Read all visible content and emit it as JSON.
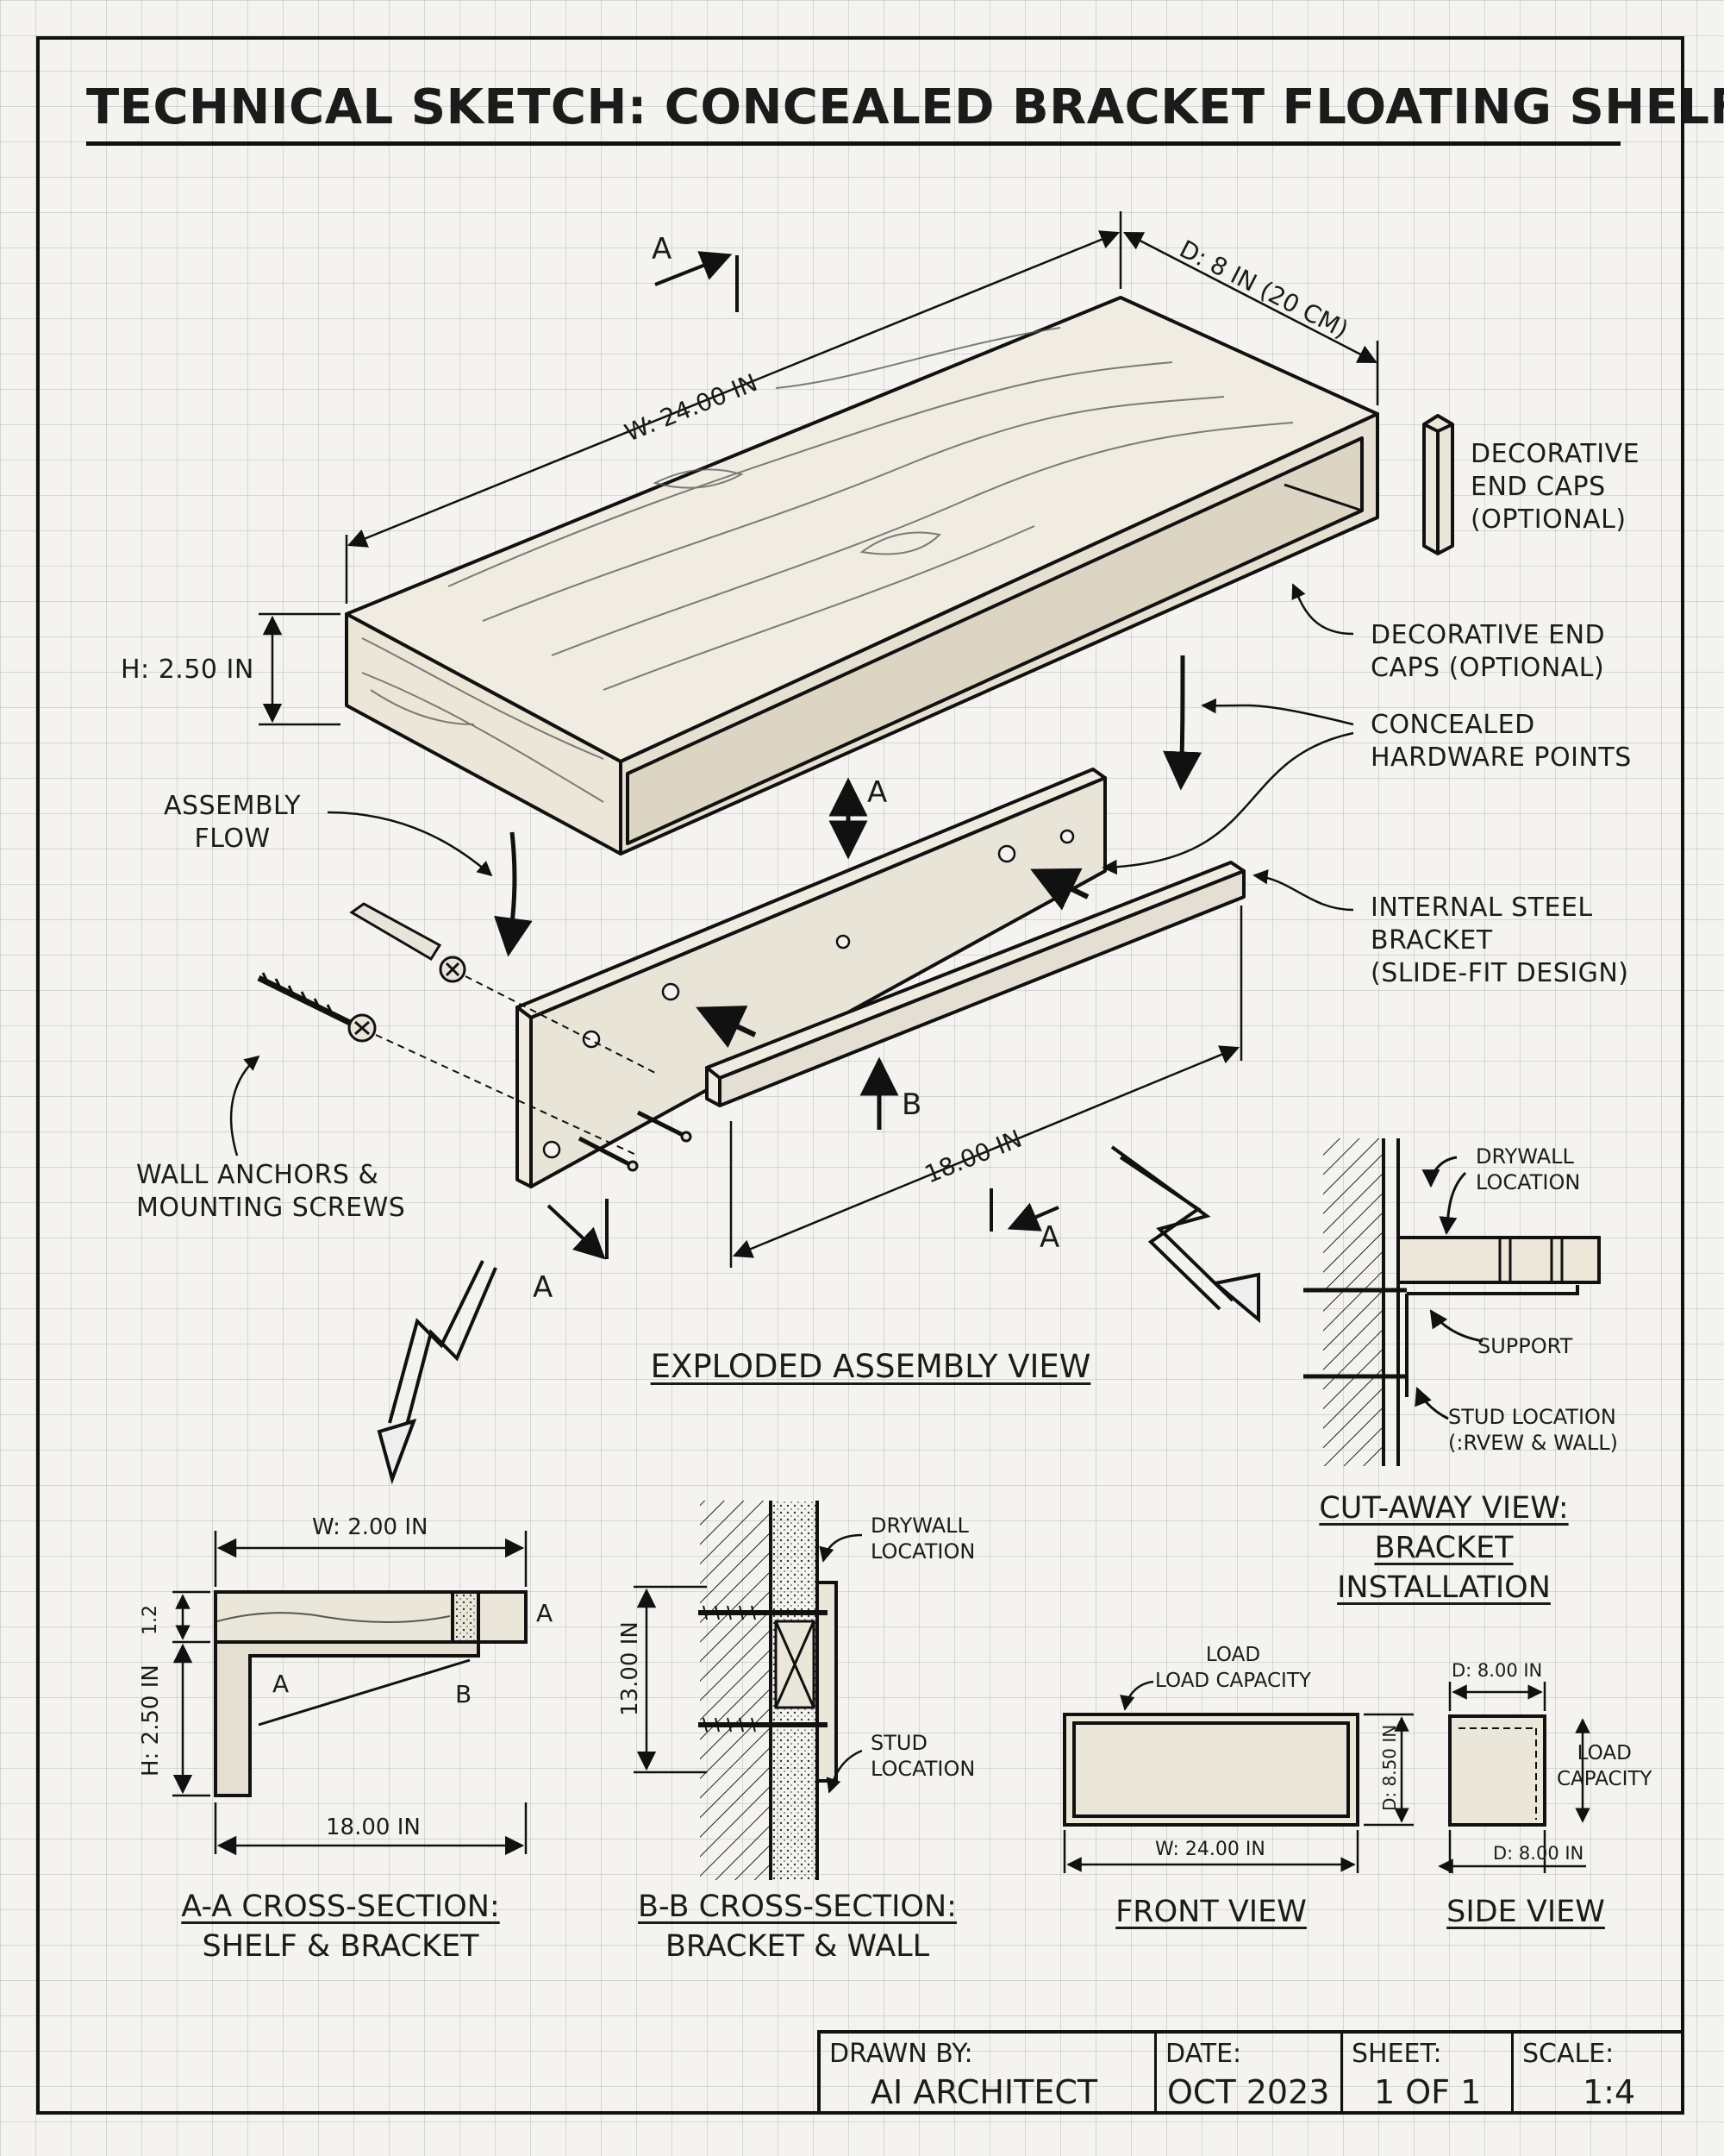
{
  "title": "TECHNICAL SKETCH: CONCEALED BRACKET FLOATING SHELF",
  "section_marks": {
    "a": "A",
    "b": "B"
  },
  "exploded": {
    "width_label": "W: 24.00 IN",
    "depth_label": "D: 8 IN (20 CM)",
    "height_label": "H: 2.50 IN",
    "bracket_length_label": "18.00 IN",
    "end_caps_label": "DECORATIVE\nEND CAPS\n(OPTIONAL)",
    "end_caps_label_2": "DECORATIVE END\nCAPS (OPTIONAL)",
    "hardware_points_label": "CONCEALED\nHARDWARE POINTS",
    "steel_bracket_label": "INTERNAL STEEL\nBRACKET\n(SLIDE-FIT DESIGN)",
    "assembly_flow_label": "ASSEMBLY\nFLOW",
    "anchors_label": "WALL ANCHORS &\nMOUNTING SCREWS",
    "view_title": "EXPLODED ASSEMBLY VIEW"
  },
  "cutaway": {
    "drywall_label": "DRYWALL\nLOCATION",
    "support_label": "SUPPORT",
    "stud_label": "STUD LOCATION\n(:RVEW & WALL)",
    "title": "CUT-AWAY VIEW:\nBRACKET\nINSTALLATION"
  },
  "section_aa": {
    "width_label": "W: 2.00 IN",
    "top_dim": "1.2",
    "height_label": "H: 2.50 IN",
    "bottom_dim": "18.00 IN",
    "title_line1": "A-A CROSS-SECTION:",
    "title_line2": "SHELF & BRACKET"
  },
  "section_bb": {
    "height_label": "13.00 IN",
    "drywall_label": "DRYWALL\nLOCATION",
    "stud_label": "STUD\nLOCATION",
    "title_line1": "B-B CROSS-SECTION:",
    "title_line2": "BRACKET & WALL"
  },
  "front_view": {
    "load_label": "LOAD\nLOAD CAPACITY",
    "height_label": "D: 8.50 IN",
    "width_label": "W: 24.00 IN",
    "title": "FRONT VIEW"
  },
  "side_view": {
    "top_dim": "D: 8.00 IN",
    "load_label": "LOAD\nCAPACITY",
    "bottom_dim": "D: 8.00 IN",
    "title": "SIDE VIEW"
  },
  "title_block": {
    "drawn_by_label": "DRAWN BY:",
    "drawn_by": "AI ARCHITECT",
    "date_label": "DATE:",
    "date": "OCT 2023",
    "sheet_label": "SHEET:",
    "sheet": "1 OF 1",
    "scale_label": "SCALE:",
    "scale": "1:4"
  }
}
